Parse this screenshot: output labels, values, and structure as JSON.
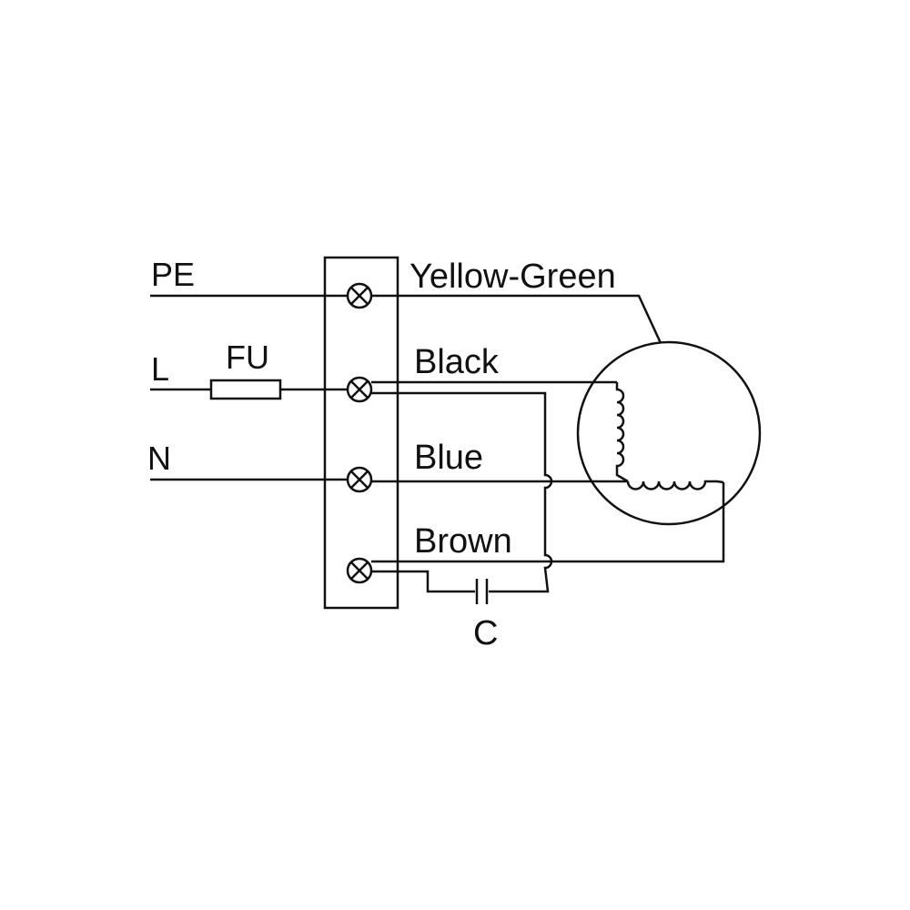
{
  "inputs": {
    "pe": "PE",
    "l": "L",
    "n": "N"
  },
  "fuse_label": "FU",
  "wire_labels": {
    "yellow_green": "Yellow-Green",
    "black": "Black",
    "blue": "Blue",
    "brown": "Brown"
  },
  "capacitor_label": "C"
}
